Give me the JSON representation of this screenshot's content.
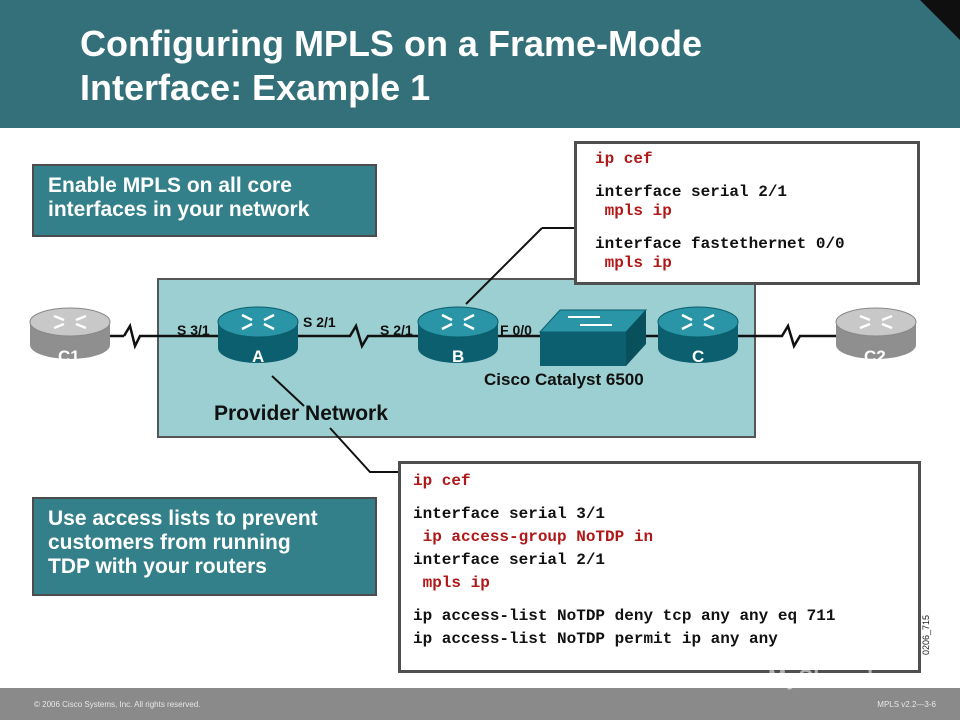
{
  "slide": {
    "title_line1": "Configuring MPLS on a Frame-Mode",
    "title_line2": "Interface: Example 1"
  },
  "callouts": {
    "top": [
      "Enable MPLS on all core",
      "interfaces in your network"
    ],
    "bottom": [
      "Use access lists to prevent",
      "customers from running",
      "TDP with your routers"
    ]
  },
  "config_b": {
    "lines": [
      {
        "text": "ip cef",
        "color": "red"
      },
      {
        "text": "interface serial 2/1",
        "color": "black"
      },
      {
        "text": " mpls ip",
        "color": "red"
      },
      {
        "text": "interface fastethernet 0/0",
        "color": "black"
      },
      {
        "text": " mpls ip",
        "color": "red"
      }
    ]
  },
  "config_a": {
    "lines": [
      {
        "text": "ip cef",
        "color": "red"
      },
      {
        "text": "interface serial 3/1",
        "color": "black"
      },
      {
        "text": " ip access-group NoTDP in",
        "color": "red"
      },
      {
        "text": "interface serial 2/1",
        "color": "black"
      },
      {
        "text": " mpls ip",
        "color": "red"
      },
      {
        "text": "ip access-list NoTDP deny tcp any any eq 711",
        "color": "black"
      },
      {
        "text": "ip access-list NoTDP permit ip any any",
        "color": "black"
      }
    ]
  },
  "network": {
    "provider_label": "Provider Network",
    "switch_label": "Cisco Catalyst 6500",
    "routers": {
      "c1": "C1",
      "a": "A",
      "b": "B",
      "c": "C",
      "c2": "C2"
    },
    "interfaces": {
      "a_s31": "S 3/1",
      "a_s21": "S 2/1",
      "b_s21": "S 2/1",
      "b_f00": "F 0/0"
    }
  },
  "colors": {
    "header": "#34707a",
    "callout": "#34808a",
    "provider_area": "#9ccfd1",
    "core_router": "#1e7c8c",
    "edge_router": "#a9a9a9",
    "config_red": "#b01818"
  },
  "figure_id": "0206_715",
  "footer": {
    "copyright": "© 2006 Cisco Systems, Inc. All rights reserved.",
    "course": "MPLS v2.2—3-6"
  },
  "watermark": "MyShared"
}
